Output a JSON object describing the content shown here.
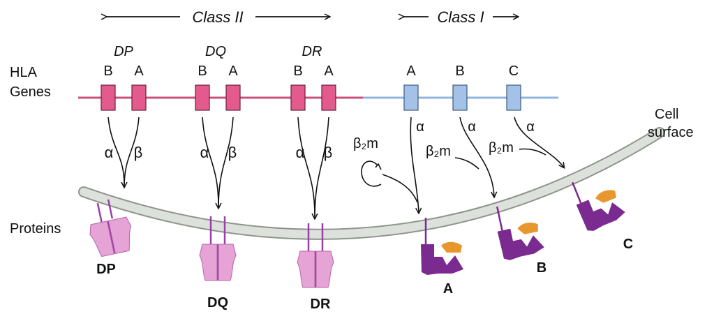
{
  "header": {
    "class2": "Class II",
    "class1": "Class I"
  },
  "side_labels": {
    "hla_line1": "HLA",
    "hla_line2": "Genes",
    "proteins": "Proteins",
    "cell_line1": "Cell",
    "cell_line2": "surface"
  },
  "class2_groups": [
    {
      "name": "DP",
      "gene_b": "B",
      "gene_a": "A",
      "chain_a": "α",
      "chain_b": "β",
      "protein": "DP"
    },
    {
      "name": "DQ",
      "gene_b": "B",
      "gene_a": "A",
      "chain_a": "α",
      "chain_b": "β",
      "protein": "DQ"
    },
    {
      "name": "DR",
      "gene_b": "B",
      "gene_a": "A",
      "chain_a": "α",
      "chain_b": "β",
      "protein": "DR"
    }
  ],
  "class1_genes": [
    {
      "gene": "A",
      "chain": "α",
      "protein": "A"
    },
    {
      "gene": "B",
      "chain": "α",
      "protein": "B"
    },
    {
      "gene": "C",
      "chain": "α",
      "protein": "C"
    }
  ],
  "b2m_label": "β₂m",
  "colors": {
    "class2_gene": "#e35a8c",
    "class2_line": "#c8507a",
    "class1_gene": "#a4c2e8",
    "class1_line": "#8fb4e0",
    "class2_protein": "#e6a3d6",
    "class1_protein": "#7b2a8f",
    "b2m_protein": "#e8962e",
    "membrane": "#d8dcd6"
  }
}
